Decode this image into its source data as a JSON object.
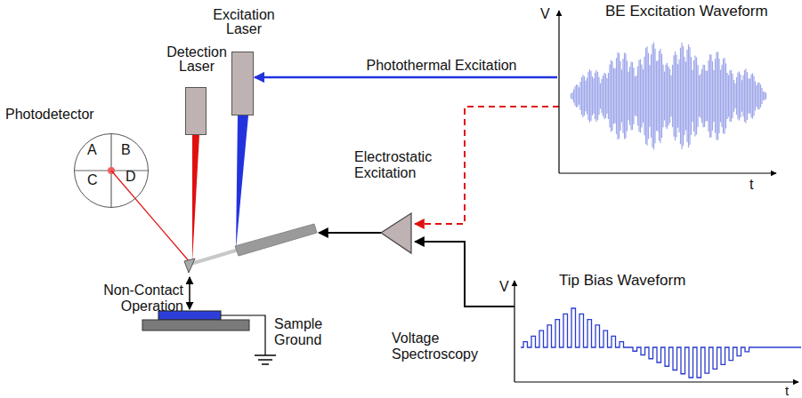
{
  "diagram": {
    "nodes": [
      {
        "text": [
          "Photodetector",
          "A",
          "B",
          "C",
          "D"
        ]
      },
      {
        "text": [
          "Detection Laser"
        ]
      },
      {
        "text": [
          "Excitation Laser"
        ]
      },
      {
        "text": [
          "BE Excitation Waveform",
          "V",
          "t"
        ]
      },
      {
        "text": [
          "Tip Bias Waveform",
          "V",
          "t"
        ]
      }
    ],
    "edges": [
      {
        "from": 3,
        "to": 2,
        "label": "Photothermal Excitation",
        "arrow": "to"
      }
    ],
    "labels": [
      "Electrostatic Excitation",
      "Non-Contact Operation",
      "Sample Ground",
      "Voltage Spectroscopy"
    ]
  }
}
